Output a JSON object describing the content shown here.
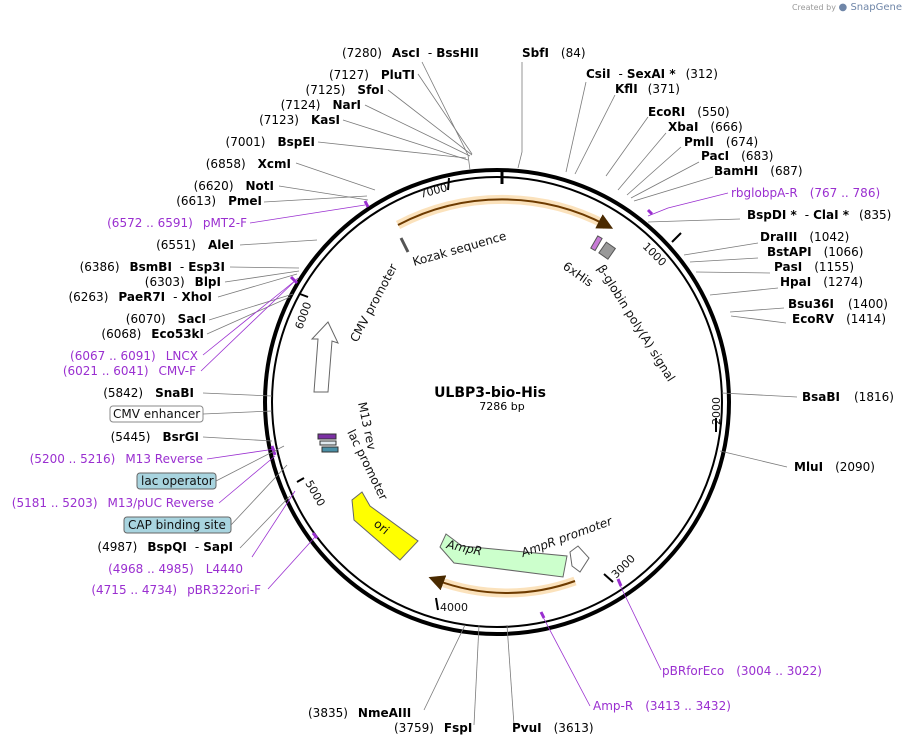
{
  "credit": {
    "prefix": "Created by",
    "brand": "SnapGene"
  },
  "plasmid": {
    "name": "ULBP3-bio-His",
    "length": "7286 bp",
    "total_bp": 7286
  },
  "ticks": [
    "1000",
    "2000",
    "3000",
    "4000",
    "5000",
    "6000",
    "7000"
  ],
  "enzymes": [
    {
      "pos": "(7280)",
      "name": "AscI",
      "alt": "BssHII"
    },
    {
      "name": "SbfI",
      "pos": "(84)"
    },
    {
      "name": "CsiI",
      "alt": "SexAI *",
      "pos": "(312)"
    },
    {
      "name": "KflI",
      "pos": "(371)"
    },
    {
      "name": "EcoRI",
      "pos": "(550)"
    },
    {
      "name": "XbaI",
      "pos": "(666)"
    },
    {
      "name": "PmlI",
      "pos": "(674)"
    },
    {
      "name": "PacI",
      "pos": "(683)"
    },
    {
      "name": "BamHI",
      "pos": "(687)"
    },
    {
      "name": "BspDI *",
      "alt": "ClaI *",
      "pos": "(835)"
    },
    {
      "name": "DraIII",
      "pos": "(1042)"
    },
    {
      "name": "BstAPI",
      "pos": "(1066)"
    },
    {
      "name": "PasI",
      "pos": "(1155)"
    },
    {
      "name": "HpaI",
      "pos": "(1274)"
    },
    {
      "name": "Bsu36I",
      "pos": "(1400)"
    },
    {
      "name": "EcoRV",
      "pos": "(1414)"
    },
    {
      "name": "BsaBI",
      "pos": "(1816)"
    },
    {
      "name": "MluI",
      "pos": "(2090)"
    },
    {
      "name": "PvuI",
      "pos": "(3613)"
    },
    {
      "name": "FspI",
      "pos": "(3759)"
    },
    {
      "name": "NmeAIII",
      "pos": "(3835)"
    },
    {
      "name": "BspQI",
      "alt": "SapI",
      "pos": "(4987)"
    },
    {
      "name": "BsrGI",
      "pos": "(5445)"
    },
    {
      "name": "SnaBI",
      "pos": "(5842)"
    },
    {
      "name": "Eco53kI",
      "pos": "(6068)"
    },
    {
      "name": "SacI",
      "pos": "(6070)"
    },
    {
      "name": "PaeR7I",
      "alt": "XhoI",
      "pos": "(6263)"
    },
    {
      "name": "BlpI",
      "pos": "(6303)"
    },
    {
      "name": "BsmBI",
      "alt": "Esp3I",
      "pos": "(6386)"
    },
    {
      "name": "AleI",
      "pos": "(6551)"
    },
    {
      "name": "PmeI",
      "pos": "(6613)"
    },
    {
      "name": "NotI",
      "pos": "(6620)"
    },
    {
      "name": "XcmI",
      "pos": "(6858)"
    },
    {
      "name": "BspEI",
      "pos": "(7001)"
    },
    {
      "name": "KasI",
      "pos": "(7123)"
    },
    {
      "name": "NarI",
      "pos": "(7124)"
    },
    {
      "name": "SfoI",
      "pos": "(7125)"
    },
    {
      "name": "PluTI",
      "pos": "(7127)"
    }
  ],
  "primers": [
    {
      "name": "rbglobpA-R",
      "range": "(767 .. 786)"
    },
    {
      "name": "pMT2-F",
      "range": "(6572 .. 6591)"
    },
    {
      "name": "LNCX",
      "range": "(6067 .. 6091)"
    },
    {
      "name": "CMV-F",
      "range": "(6021 .. 6041)"
    },
    {
      "name": "M13 Reverse",
      "range": "(5200 .. 5216)"
    },
    {
      "name": "M13/pUC Reverse",
      "range": "(5181 .. 5203)"
    },
    {
      "name": "L4440",
      "range": "(4968 .. 4985)"
    },
    {
      "name": "pBR322ori-F",
      "range": "(4715 .. 4734)"
    },
    {
      "name": "pBRforEco",
      "range": "(3004 .. 3022)"
    },
    {
      "name": "Amp-R",
      "range": "(3413 .. 3432)"
    }
  ],
  "boxed_features": [
    {
      "name": "CMV enhancer"
    },
    {
      "name": "lac operator"
    },
    {
      "name": "CAP binding site"
    }
  ],
  "features": {
    "kozak": "Kozak sequence",
    "cmv_promoter": "CMV promoter",
    "his": "6xHis",
    "polya": "β-globin poly(A) signal",
    "m13rev": "M13 rev",
    "lac_promoter": "lac promoter",
    "ori": "ori",
    "ampr": "AmpR",
    "ampr_promoter": "AmpR promoter"
  },
  "colors": {
    "primer": "#9a2fd0",
    "ori": "#ffff00",
    "ampr": "#ccffcc",
    "orf": "#f5c27a",
    "boxed": "#a8d4df"
  }
}
